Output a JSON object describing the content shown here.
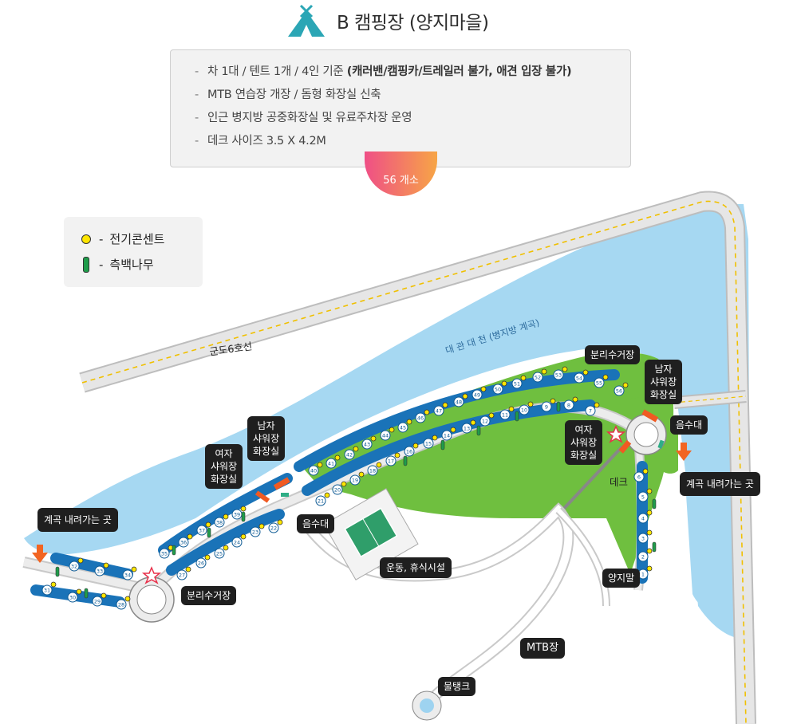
{
  "title": "B 캠핑장 (양지마을)",
  "info": {
    "line1": "차 1대 / 텐트 1개 / 4인 기준",
    "line1_bold": "(캐러밴/캠핑카/트레일러 불가, 애견 입장 불가)",
    "line2": "MTB 연습장 개장 / 돔형 화장실 신축",
    "line3": "인근 병지방 공중화장실 및 유료주차장 운영",
    "line4": "데크 사이즈 3.5 X 4.2M",
    "dash": "-"
  },
  "site_count": "56 개소",
  "legend": {
    "outlet": "전기콘센트",
    "tree": "측백나무",
    "dash": "-"
  },
  "map_text": {
    "road": "군도6호선",
    "stream": "대 관 대 천 (병지방 계곡)",
    "deck": "데크",
    "yangjimal": "양지말",
    "mtb": "MTB장"
  },
  "labels": {
    "recycle_right": "분리수거장",
    "men_right_1": "남자",
    "men_right_2": "샤워장",
    "men_right_3": "화장실",
    "water_right": "음수대",
    "women_right_1": "여자",
    "women_right_2": "샤워장",
    "women_right_3": "화장실",
    "valley_right": "계곡 내려가는 곳",
    "men_left_1": "남자",
    "men_left_2": "샤워장",
    "men_left_3": "화장실",
    "women_left_1": "여자",
    "women_left_2": "샤워장",
    "women_left_3": "화장실",
    "water_left": "음수대",
    "valley_left": "계곡 내려가는 곳",
    "recycle_left": "분리수거장",
    "sports": "운동, 휴식시설",
    "water_tank": "물탱크"
  },
  "site_numbers": [
    "1",
    "2",
    "3",
    "4",
    "5",
    "6",
    "7",
    "8",
    "9",
    "10",
    "11",
    "12",
    "13",
    "14",
    "15",
    "16",
    "17",
    "18",
    "19",
    "20",
    "21",
    "22",
    "23",
    "24",
    "25",
    "26",
    "27",
    "28",
    "29",
    "30",
    "31",
    "32",
    "33",
    "34",
    "35",
    "36",
    "37",
    "38",
    "39",
    "40",
    "41",
    "42",
    "43",
    "44",
    "45",
    "46",
    "47",
    "48",
    "49",
    "50",
    "51",
    "52",
    "53",
    "54",
    "55",
    "56"
  ],
  "colors": {
    "water": "#a6d8f2",
    "grass": "#6fbf3f",
    "deck_blue": "#1a73b8",
    "road_gray": "#e4e4e4",
    "road_line": "#f0c000",
    "outlet_yellow": "#ffe600",
    "tree_green": "#1f9c4a",
    "facility_orange": "#f05a22",
    "arrow_orange": "#f26522",
    "star_red": "#e8304a",
    "tent_icon": "#2ba6b5"
  },
  "icons": [
    "tent-icon",
    "outlet-icon",
    "tree-icon",
    "star-icon",
    "arrow-down-icon"
  ]
}
